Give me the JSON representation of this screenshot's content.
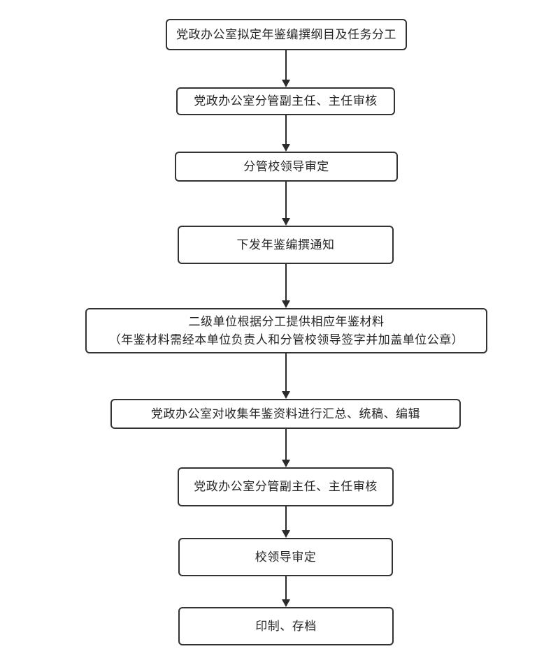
{
  "colors": {
    "bg": "#ffffff",
    "node-bg": "#ffffff",
    "border": "#333333",
    "text": "#262626",
    "arrow": "#2b2b2b"
  },
  "diagram_type": "vertical-flowchart",
  "nodes": [
    {
      "label": "党政办公室拟定年鉴编撰纲目及任务分工"
    },
    {
      "label": "党政办公室分管副主任、主任审核"
    },
    {
      "label": "分管校领导审定"
    },
    {
      "label": "下发年鉴编撰通知"
    },
    {
      "label": "二级单位根据分工提供相应年鉴材料",
      "sublabel": "（年鉴材料需经本单位负责人和分管校领导签字并加盖单位公章）"
    },
    {
      "label": "党政办公室对收集年鉴资料进行汇总、统稿、编辑"
    },
    {
      "label": "党政办公室分管副主任、主任审核"
    },
    {
      "label": "校领导审定"
    },
    {
      "label": "印制、存档"
    }
  ]
}
